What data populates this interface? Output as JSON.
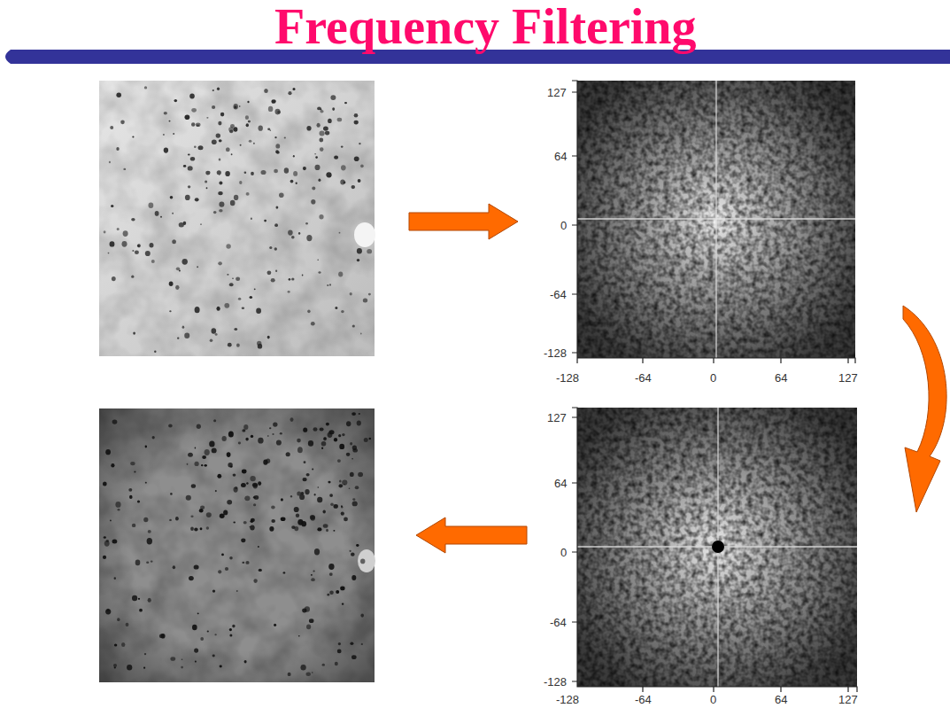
{
  "diagram": {
    "title": "Frequency Filtering",
    "labels": [
      "127",
      "64",
      "0",
      "-64",
      "-128",
      "-128",
      "-64",
      "0",
      "64",
      "127",
      "127",
      "64",
      "0",
      "-64",
      "-128",
      "-128",
      "-64",
      "0",
      "64",
      "127"
    ]
  }
}
